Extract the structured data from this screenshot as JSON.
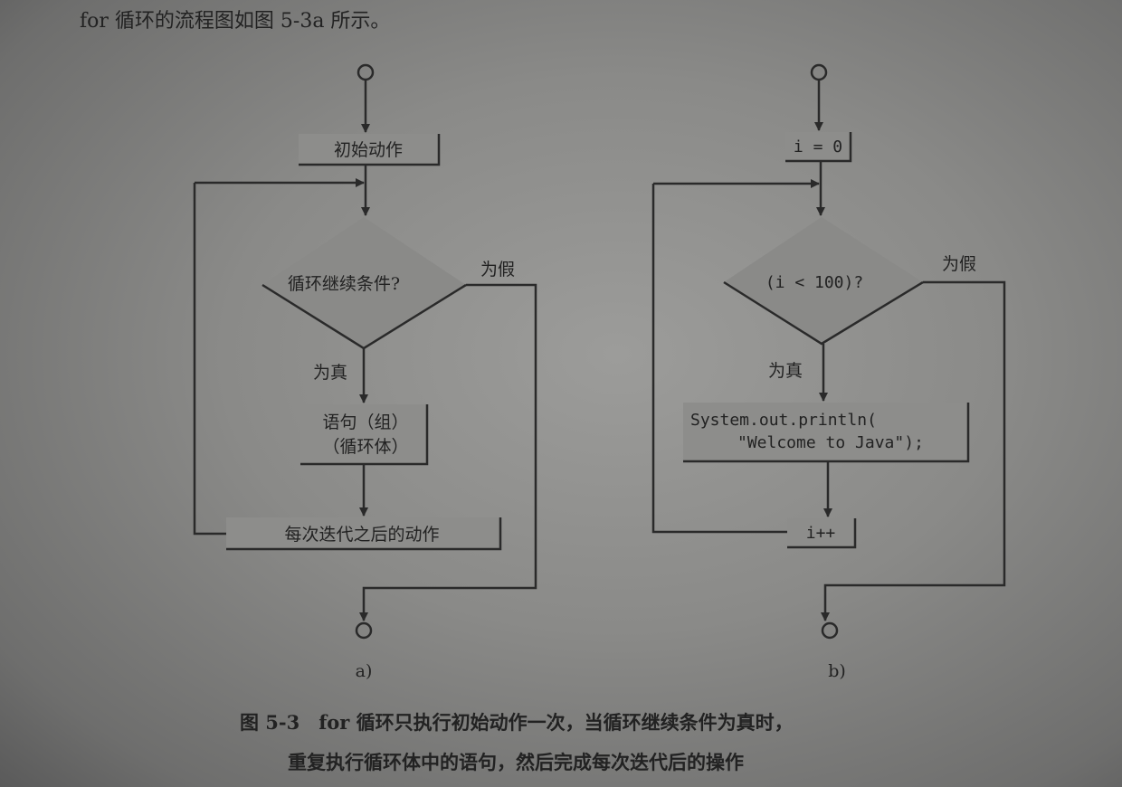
{
  "intro_text": "for 循环的流程图如图 5-3a 所示。",
  "diagram_a": {
    "init": "初始动作",
    "condition": "循环继续条件?",
    "false_label": "为假",
    "true_label": "为真",
    "body_line1": "语句（组）",
    "body_line2": "（循环体）",
    "after_action": "每次迭代之后的动作",
    "label": "a)"
  },
  "diagram_b": {
    "init": "i = 0",
    "condition": "(i < 100)?",
    "false_label": "为假",
    "true_label": "为真",
    "body_line1": "System.out.println(",
    "body_line2": "\"Welcome to Java\");",
    "after_action": "i++",
    "label": "b)"
  },
  "caption": {
    "line1": "图 5-3　for 循环只执行初始动作一次，当循环继续条件为真时，",
    "line2": "重复执行循环体中的语句，然后完成每次迭代后的操作"
  }
}
